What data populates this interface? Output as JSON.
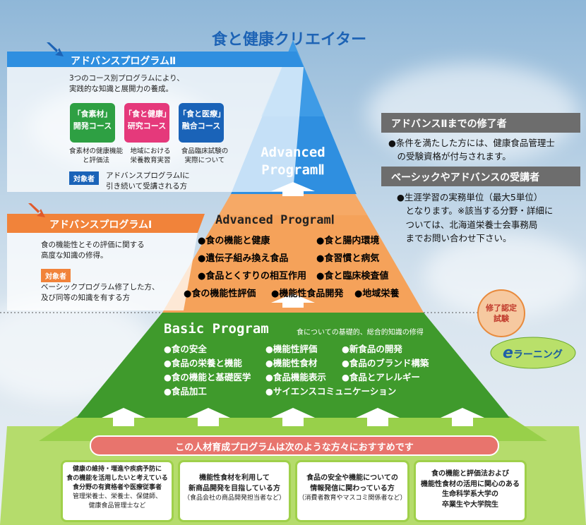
{
  "title": "食と健康クリエイター",
  "advanced2": {
    "header": "アドバンスプログラムⅡ",
    "desc": [
      "3つのコース別プログラムにより、",
      "実践的な知識と展開力の養成。"
    ],
    "courses": [
      {
        "l1": "「食素材」",
        "l2": "開発コース",
        "note1": "食素材の健康機能",
        "note2": "と評価法",
        "color": "#2ea043"
      },
      {
        "l1": "「食と健康」",
        "l2": "研究コース",
        "note1": "地域における",
        "note2": "栄養教育実習",
        "color": "#e5397b"
      },
      {
        "l1": "「食と医療」",
        "l2": "融合コース",
        "note1": "食品臨床試験の",
        "note2": "実際について",
        "color": "#1a63b8"
      }
    ],
    "target_label": "対象者",
    "target": [
      "アドバンスプログラムⅠに",
      "引き続いて受講される方"
    ],
    "pyramid_label_1": "Advanced",
    "pyramid_label_2": "ProgramⅡ"
  },
  "advanced1": {
    "header": "アドバンスプログラムⅠ",
    "desc": [
      "食の機能性とその評価に関する",
      "高度な知識の修得。"
    ],
    "target_label": "対象者",
    "target": [
      "ベーシックプログラム修了した方、",
      "及び同等の知識を有する方"
    ],
    "pyramid_label": "Advanced ProgramⅠ",
    "items": [
      "●食の機能と健康",
      "●食と腸内環境",
      "●遺伝子組み換え食品",
      "●食習慣と病気",
      "●食品とくすりの相互作用",
      "●食と臨床検査値",
      "●食の機能性評価",
      "●機能性食品開発",
      "●地域栄養"
    ]
  },
  "basic": {
    "label": "Basic Program",
    "subtitle": "食についての基礎的、総合的知識の修得",
    "col1": [
      "●食の安全",
      "●食品の栄養と機能",
      "●食の機能と基礎医学",
      "●食品加工"
    ],
    "col2": [
      "●機能性評価",
      "●機能性食材",
      "●食品機能表示",
      "●サイエンスコミュニケーション"
    ],
    "col3": [
      "●新食品の開発",
      "●食品のブランド構築",
      "●食品とアレルギー"
    ]
  },
  "cert_badge": [
    "修了認定",
    "試験"
  ],
  "elearning": {
    "e": "e",
    "rest": "ラーニング"
  },
  "right_panel": {
    "h1": "アドバンスⅡまでの修了者",
    "b1": [
      "●条件を満たした方には、健康食品管理士",
      "　の受験資格が付与されます。"
    ],
    "h2": "ベーシックやアドバンスの受講者",
    "b2": [
      "●生涯学習の実務単位（最大5単位）",
      "　となります。※該当する分野・詳細に",
      "　ついては、北海道栄養士会事務局",
      "　までお問い合わせ下さい。"
    ]
  },
  "recommend": {
    "banner": "この人材育成プログラムは次のような方々におすすめです",
    "boxes": [
      {
        "lines": [
          "健康の維持・増進や疾病予防に",
          "食の機能を活用したいと考えている",
          "食分野の有資格者や医療従事者"
        ],
        "sub": [
          "管理栄養士、栄養士、保健師、",
          "健康食品管理士など"
        ]
      },
      {
        "lines": [
          "機能性食材を利用して",
          "新商品開発を目指している方"
        ],
        "sub": [
          "（食品会社の商品開発担当者など）"
        ]
      },
      {
        "lines": [
          "食品の安全や機能についての",
          "情報発信に関わっている方"
        ],
        "sub": [
          "（消費者教育やマスコミ関係者など）"
        ]
      },
      {
        "lines": [
          "食の機能と評価法および",
          "機能性食材の活用に関心のある",
          "生命科学系大学の",
          "卒業生や大学院生"
        ],
        "sub": []
      }
    ]
  },
  "colors": {
    "blue": "#2f8fe0",
    "orange": "#f1833a",
    "green": "#3f9a2c",
    "lightgreen": "#8cc63f",
    "panel": "#6d6d6d"
  }
}
